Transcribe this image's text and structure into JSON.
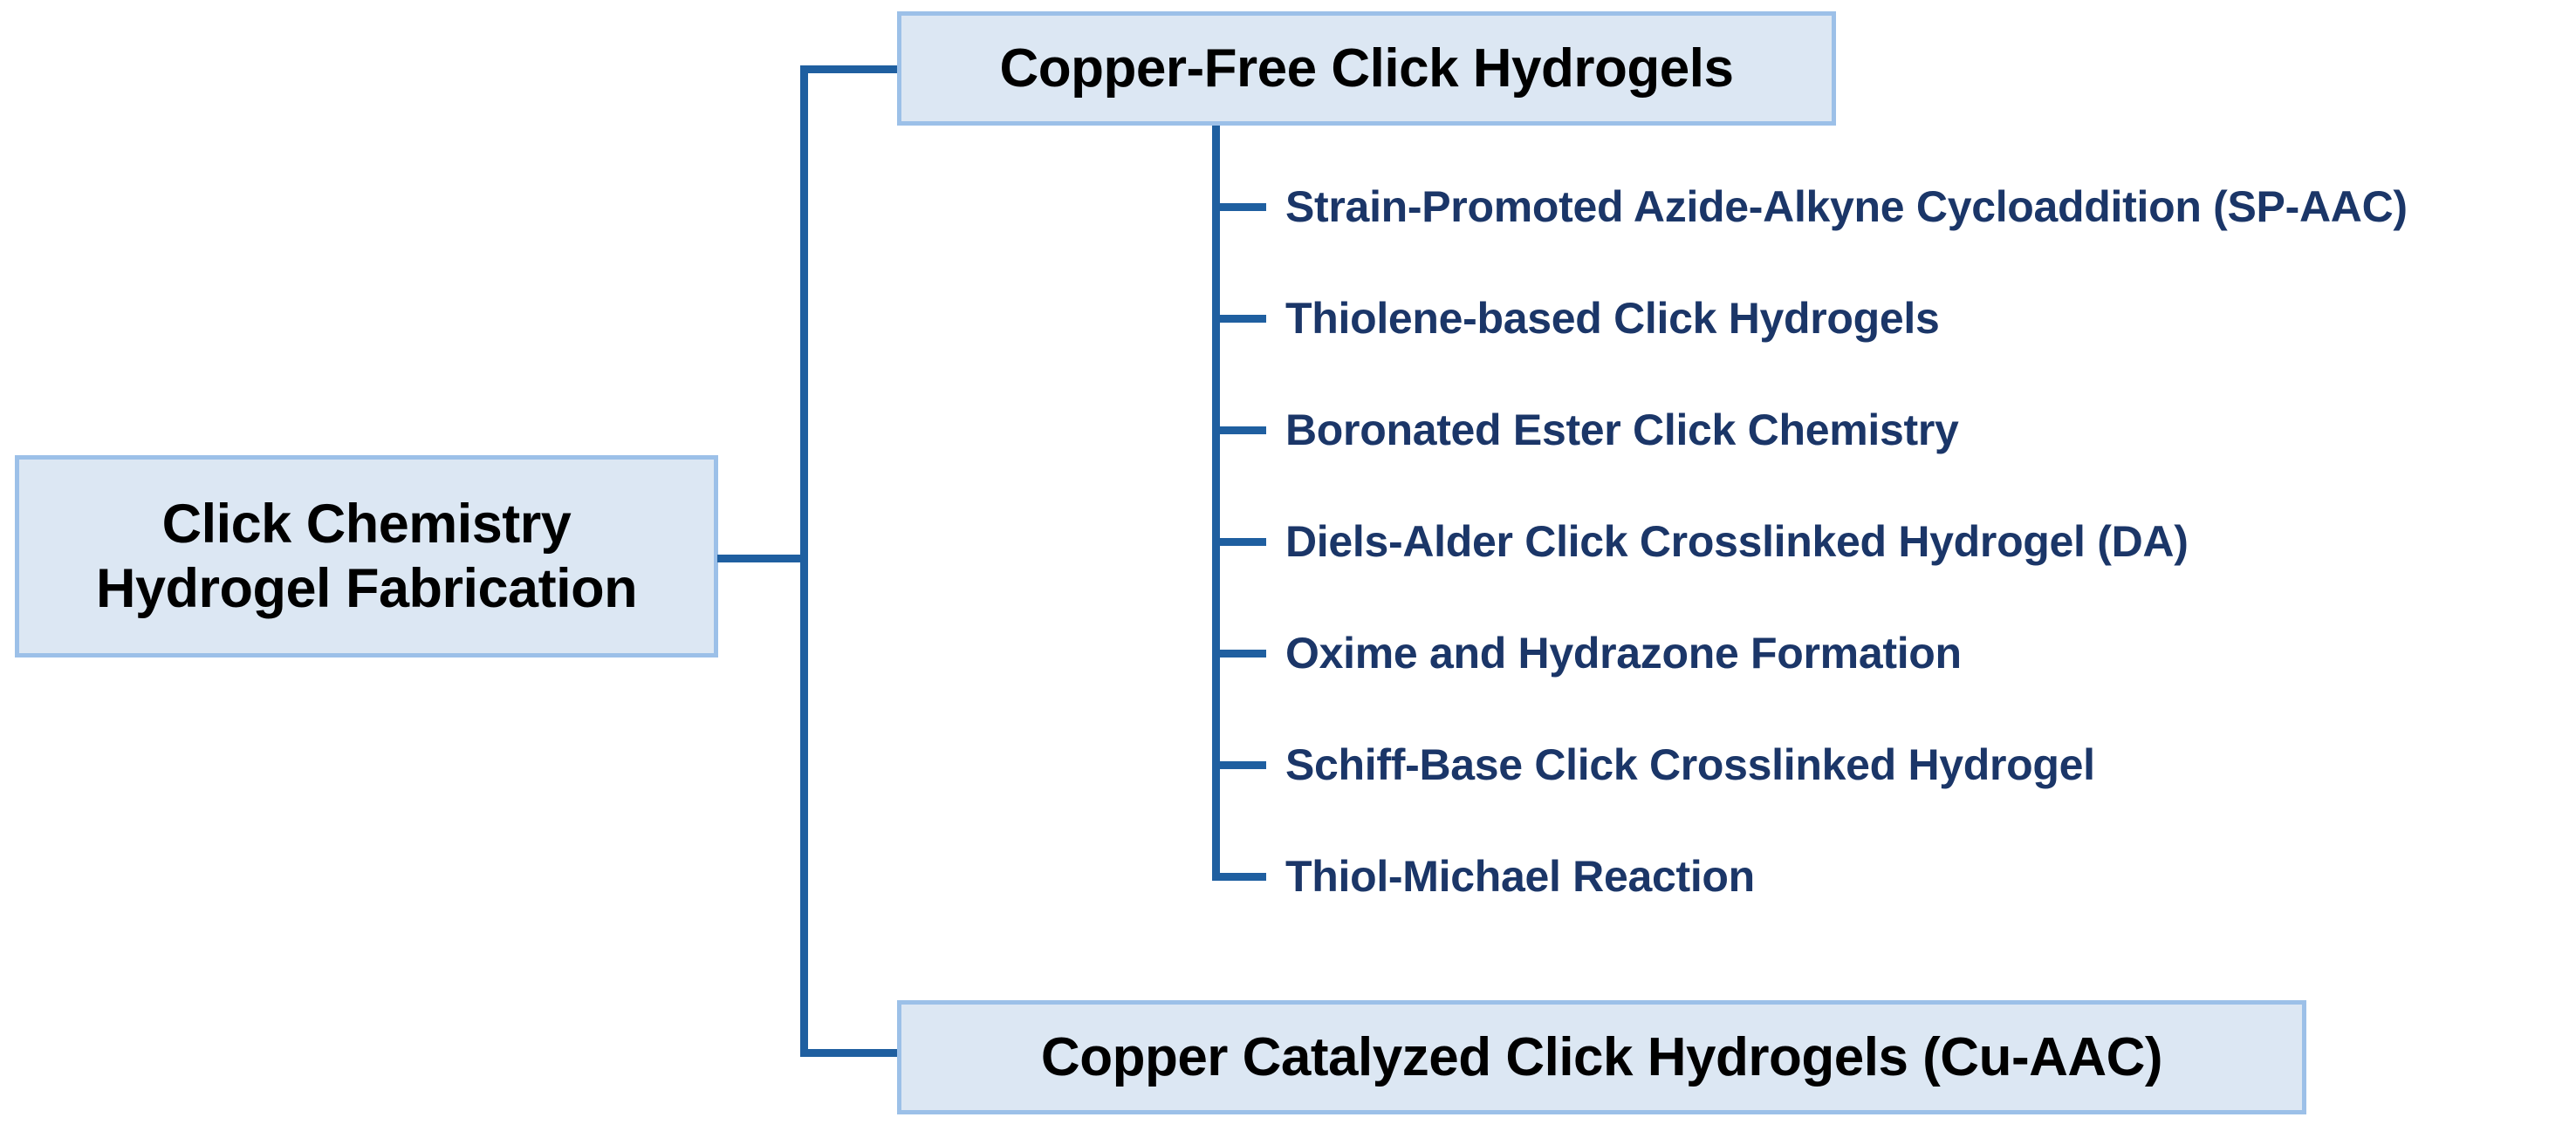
{
  "diagram": {
    "type": "hierarchy-tree",
    "orientation": "left-to-right",
    "colors": {
      "box_fill": "#dce7f3",
      "box_border": "#9cc0e8",
      "connector": "#1f5fa0",
      "root_text": "#000000",
      "branch_text": "#000000",
      "leaf_text": "#1b3668",
      "background": "#ffffff"
    },
    "root": {
      "label": "Click Chemistry\nHydrogel Fabrication",
      "line1": "Click Chemistry",
      "line2": "Hydrogel Fabrication"
    },
    "branches": [
      {
        "id": "copper-free",
        "label": "Copper-Free Click Hydrogels",
        "children": [
          {
            "label": "Strain-Promoted Azide-Alkyne Cycloaddition (SP-AAC)"
          },
          {
            "label": "Thiolene-based Click Hydrogels"
          },
          {
            "label": "Boronated Ester Click Chemistry"
          },
          {
            "label": "Diels-Alder Click Crosslinked Hydrogel (DA)"
          },
          {
            "label": "Oxime and Hydrazone Formation"
          },
          {
            "label": "Schiff-Base Click Crosslinked Hydrogel"
          },
          {
            "label": "Thiol-Michael Reaction"
          }
        ]
      },
      {
        "id": "copper-catalyzed",
        "label": "Copper Catalyzed Click Hydrogels (Cu-AAC)",
        "children": []
      }
    ]
  }
}
